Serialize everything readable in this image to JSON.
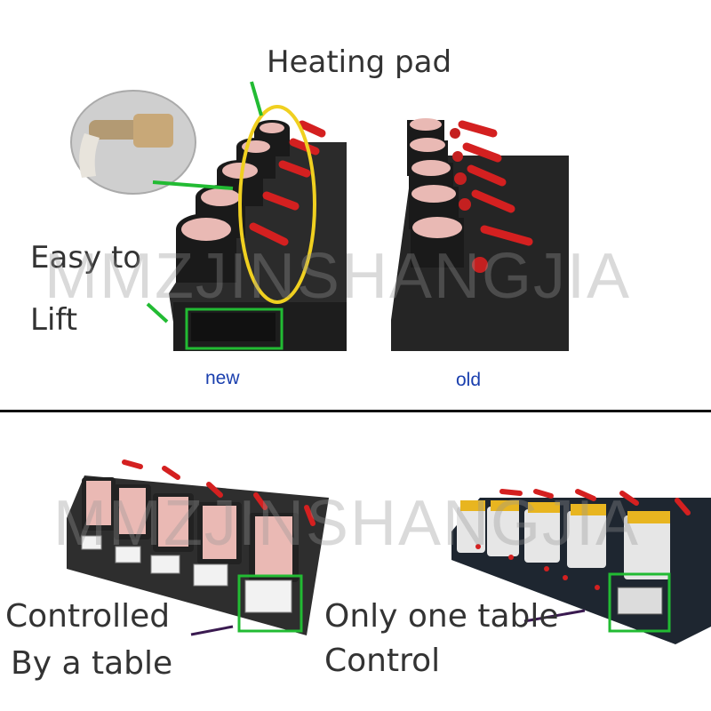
{
  "labels": {
    "heating_pad": "Heating pad",
    "easy_to": "Easy to",
    "lift": "Lift",
    "new": "new",
    "old": "old",
    "controlled": "Controlled",
    "by_a_table": "By a table",
    "only_one_table": "Only one table",
    "control": "Control"
  },
  "watermark": "MMZJINSHANGJIA",
  "colors": {
    "highlight_green": "#22bb33",
    "highlight_yellow": "#f0d020",
    "label_blue": "#1a3fae",
    "machine_body": "#2a2a2a",
    "handle_red": "#d42020"
  }
}
